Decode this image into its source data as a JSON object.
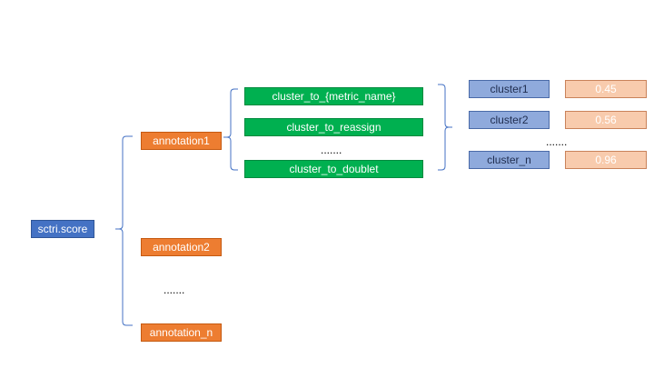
{
  "root": {
    "label": "sctri.score"
  },
  "annotations": [
    {
      "label": "annotation1"
    },
    {
      "label": "annotation2"
    },
    {
      "label": "annotation_n"
    }
  ],
  "annotation_ellipsis": ".......",
  "metrics": [
    {
      "label": "cluster_to_{metric_name}"
    },
    {
      "label": "cluster_to_reassign"
    },
    {
      "label": "cluster_to_doublet"
    }
  ],
  "metric_ellipsis": ".......",
  "clusters": [
    {
      "label": "cluster1",
      "score": "0.45"
    },
    {
      "label": "cluster2",
      "score": "0.56"
    },
    {
      "label": "cluster_n",
      "score": "0.96"
    }
  ],
  "cluster_ellipsis": ".......",
  "colors": {
    "root": "#4472c4",
    "annotation": "#ed7d31",
    "metric": "#00b050",
    "cluster": "#8faadc",
    "score": "#f8cbad",
    "connector": "#4472c4"
  }
}
